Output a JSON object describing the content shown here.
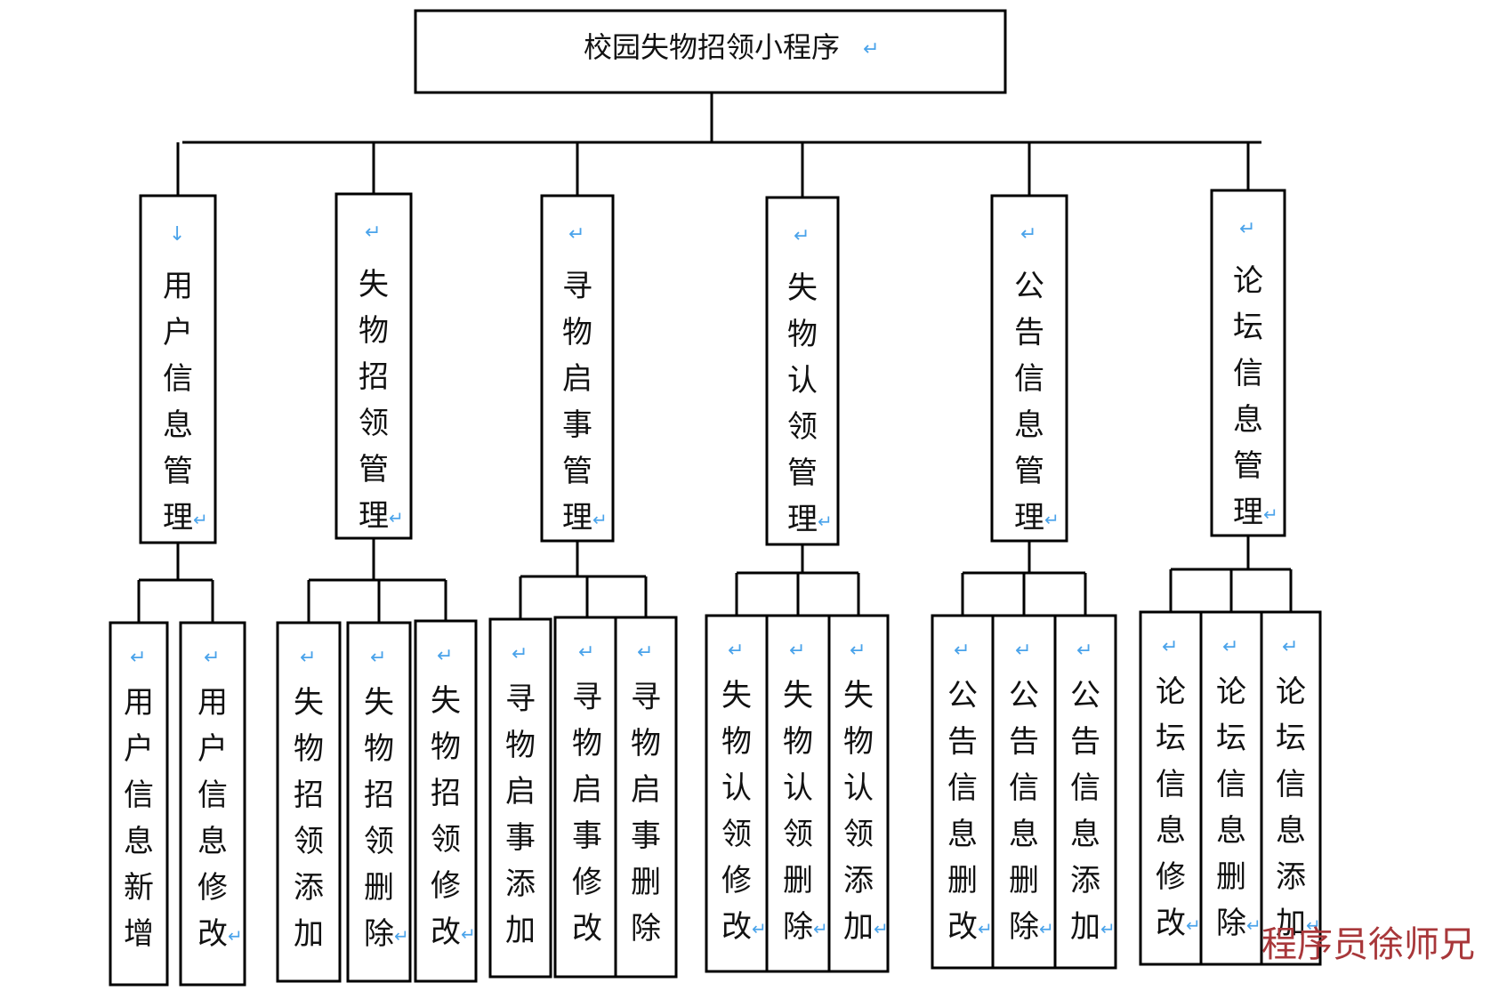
{
  "root": {
    "label": "校园失物招领小程序",
    "para_mark": "↵"
  },
  "colors": {
    "stroke": "#000000",
    "text": "#111111",
    "para_mark": "#4aa3ea",
    "watermark": "#a8373a"
  },
  "modules": [
    {
      "label": "用户信息管理",
      "top_mark": "↓",
      "end_mark": "↵",
      "children": [
        {
          "label": "用户信息新增",
          "top_mark": "↵",
          "end_mark": ""
        },
        {
          "label": "用户信息修改",
          "top_mark": "↵",
          "end_mark": "↵"
        }
      ]
    },
    {
      "label": "失物招领管理",
      "top_mark": "↵",
      "end_mark": "↵",
      "children": [
        {
          "label": "失物招领添加",
          "top_mark": "↵",
          "end_mark": ""
        },
        {
          "label": "失物招领删除",
          "top_mark": "↵",
          "end_mark": "↵"
        },
        {
          "label": "失物招领修改",
          "top_mark": "↵",
          "end_mark": "↵"
        }
      ]
    },
    {
      "label": "寻物启事管理",
      "top_mark": "↵",
      "end_mark": "↵",
      "children": [
        {
          "label": "寻物启事添加",
          "top_mark": "↵",
          "end_mark": ""
        },
        {
          "label": "寻物启事修改",
          "top_mark": "↵",
          "end_mark": ""
        },
        {
          "label": "寻物启事删除",
          "top_mark": "↵",
          "end_mark": ""
        }
      ]
    },
    {
      "label": "失物认领管理",
      "top_mark": "↵",
      "end_mark": "↵",
      "children": [
        {
          "label": "失物认领修改",
          "top_mark": "↵",
          "end_mark": "↵"
        },
        {
          "label": "失物认领删除",
          "top_mark": "↵",
          "end_mark": "↵"
        },
        {
          "label": "失物认领添加",
          "top_mark": "↵",
          "end_mark": "↵"
        }
      ]
    },
    {
      "label": "公告信息管理",
      "top_mark": "↵",
      "end_mark": "↵",
      "children": [
        {
          "label": "公告信息删改",
          "top_mark": "↵",
          "end_mark": "↵"
        },
        {
          "label": "公告信息删除",
          "top_mark": "↵",
          "end_mark": "↵"
        },
        {
          "label": "公告信息添加",
          "top_mark": "↵",
          "end_mark": "↵"
        }
      ]
    },
    {
      "label": "论坛信息管理",
      "top_mark": "↵",
      "end_mark": "↵",
      "children": [
        {
          "label": "论坛信息修改",
          "top_mark": "↵",
          "end_mark": "↵"
        },
        {
          "label": "论坛信息删除",
          "top_mark": "↵",
          "end_mark": "↵"
        },
        {
          "label": "论坛信息添加",
          "top_mark": "↵",
          "end_mark": "↵"
        }
      ]
    }
  ],
  "watermark": "程序员徐师兄"
}
